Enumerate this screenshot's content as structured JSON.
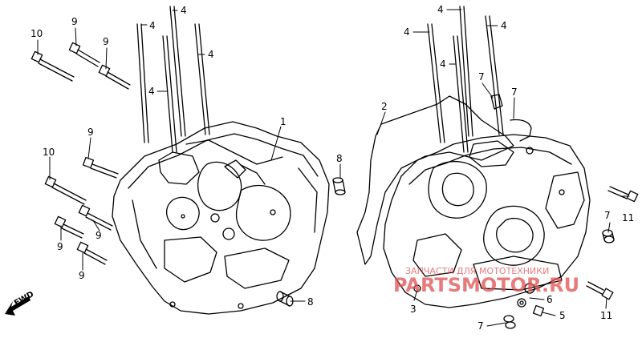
{
  "parts": {
    "p1": "1",
    "p2": "2",
    "p3": "3",
    "p4a": "4",
    "p4b": "4",
    "p4c": "4",
    "p4d": "4",
    "p4e": "4",
    "p4f": "4",
    "p4g": "4",
    "p4h": "4",
    "p5": "5",
    "p6": "6",
    "p7a": "7",
    "p7b": "7",
    "p7c": "7",
    "p7d": "7",
    "p8a": "8",
    "p8b": "8",
    "p9a": "9",
    "p9b": "9",
    "p9c": "9",
    "p9d": "9",
    "p9e": "9",
    "p9f": "9",
    "p10a": "10",
    "p10b": "10",
    "p11a": "11",
    "p11b": "11"
  },
  "fwd": "FWD",
  "watermark": {
    "line1": "ЗАПЧАСТИ ДЛЯ МОТОТЕХНИКИ",
    "line2": "PARTSMOTOR.RU",
    "color": "#e05050"
  }
}
